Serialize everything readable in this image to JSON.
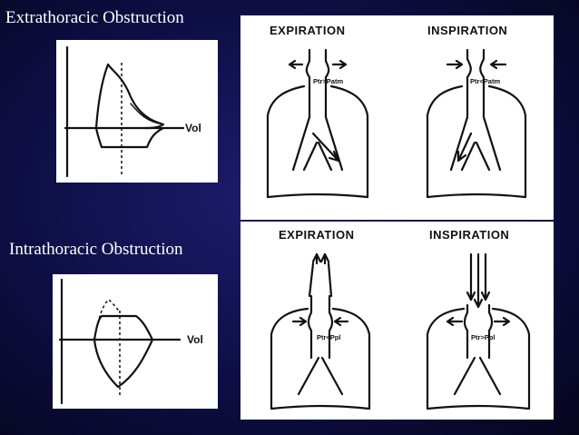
{
  "top": {
    "title": "Extrathoracic Obstruction",
    "graph": {
      "axis_label": "Vol"
    },
    "diagrams": {
      "left": {
        "phase": "EXPIRATION",
        "pressure": "Ptr>Patm"
      },
      "right": {
        "phase": "INSPIRATION",
        "pressure": "Ptr<Patm"
      }
    }
  },
  "bottom": {
    "title": "Intrathoracic Obstruction",
    "graph": {
      "axis_label": "Vol"
    },
    "diagrams": {
      "left": {
        "phase": "EXPIRATION",
        "pressure": "Ptr<Ppl"
      },
      "right": {
        "phase": "INSPIRATION",
        "pressure": "Ptr>Ppl"
      }
    }
  },
  "colors": {
    "background": "#12125a",
    "title_text": "#ffffff",
    "panel": "#ffffff",
    "ink": "#111111"
  }
}
